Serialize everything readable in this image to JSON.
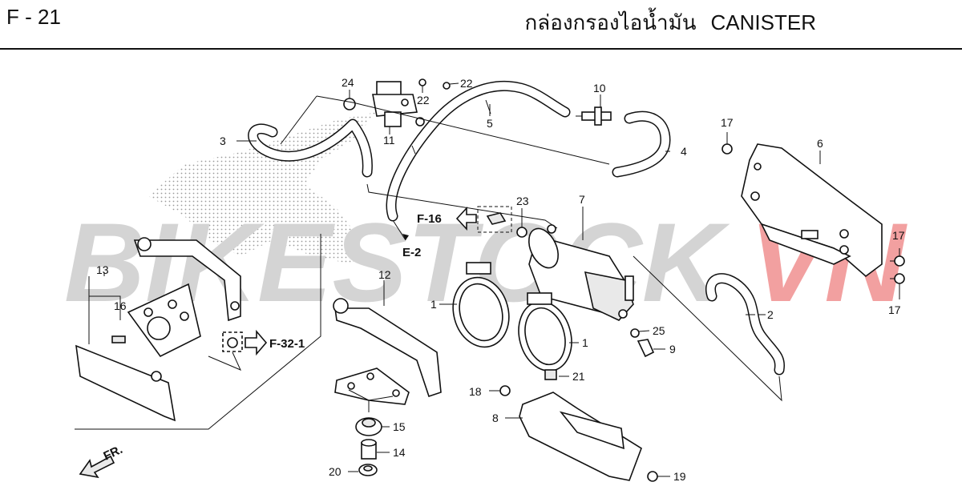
{
  "header": {
    "code": "F - 21",
    "title_thai": "กล่องกรองไอน้ำมัน",
    "title_en": "CANISTER"
  },
  "watermark": {
    "part1": "BIKESTOCK",
    "part2": "VN",
    "color_gray": "#d4d4d4",
    "color_red": "#f2a0a0"
  },
  "labels": {
    "n1a": "1",
    "n1b": "1",
    "n2": "2",
    "n3": "3",
    "n4": "4",
    "n5": "5",
    "n6": "6",
    "n7": "7",
    "n8": "8",
    "n9": "9",
    "n10": "10",
    "n11": "11",
    "n12": "12",
    "n13": "13",
    "n14": "14",
    "n15": "15",
    "n16": "16",
    "n17a": "17",
    "n17b": "17",
    "n17c": "17",
    "n18": "18",
    "n19": "19",
    "n20": "20",
    "n21": "21",
    "n22a": "22",
    "n22b": "22",
    "n23": "23",
    "n24": "24",
    "n25": "25"
  },
  "refs": {
    "e2": "E-2",
    "f16": "F-16",
    "f321": "F-32-1",
    "fr": "FR."
  }
}
